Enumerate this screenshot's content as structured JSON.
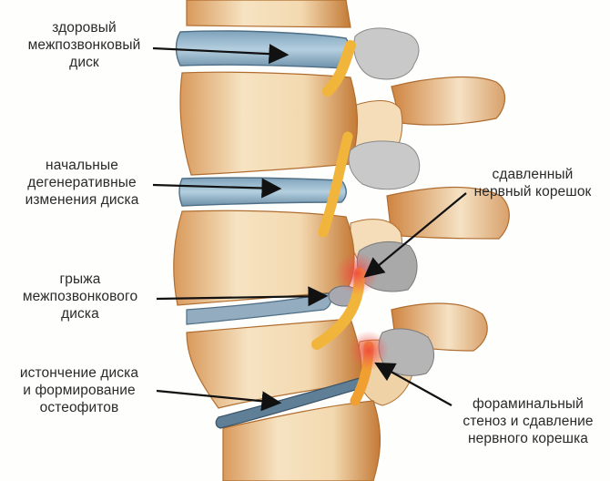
{
  "diagram": {
    "subject": "lumbar spine degeneration stages",
    "colors": {
      "background": "#fefefc",
      "bone_light": "#f6e3c2",
      "bone_mid": "#e5b47c",
      "bone_dark": "#c47a36",
      "disc_healthy": "#9fbccf",
      "disc_edge": "#6f93ab",
      "nerve": "#f2b53c",
      "osteophyte": "#bfbfbf",
      "inflammation": "#f0605a",
      "arrow": "#111111",
      "text": "#2a2a2a"
    },
    "labels": {
      "healthy_disc": [
        "здоровый",
        "межпозвонковый",
        "диск"
      ],
      "early_degeneration": [
        "начальные",
        "дегенеративные",
        "изменения диска"
      ],
      "herniation": [
        "грыжа",
        "межпозвонкового",
        "диска"
      ],
      "thinning": [
        "истончение диска",
        "и формирование",
        "остеофитов"
      ],
      "compressed_root": [
        "сдавленный",
        "нервный корешок"
      ],
      "foraminal_stenosis": [
        "фораминальный",
        "стеноз и сдавление",
        "нервного корешка"
      ]
    }
  }
}
